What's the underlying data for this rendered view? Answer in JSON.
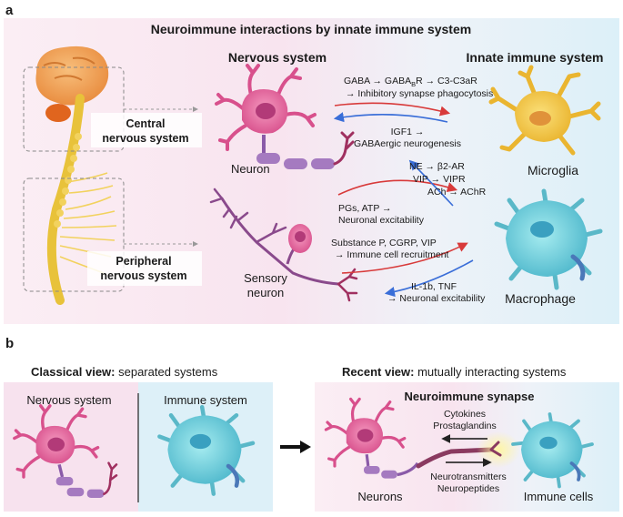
{
  "panel_a": {
    "letter": "a",
    "title": "Neuroimmune interactions by innate immune system",
    "nervous_header": "Nervous system",
    "innate_header": "Innate immune system",
    "cns_line1": "Central",
    "cns_line2": "nervous system",
    "pns_line1": "Peripheral",
    "pns_line2": "nervous system",
    "neuron": "Neuron",
    "sensory_line1": "Sensory",
    "sensory_line2": "neuron",
    "microglia": "Microglia",
    "macrophage": "Macrophage",
    "cns_sig1_line1": "GABA → GABA",
    "cns_sig1_sub": "B",
    "cns_sig1_tail": "R → C3-C3aR",
    "cns_sig1_line2": "→ Inhibitory synapse phagocytosis",
    "cns_sig2_line1": "IGF1 →",
    "cns_sig2_line2": "GABAergic neurogenesis",
    "pns_sig1_line1": "NE → β2-AR",
    "pns_sig1_line2": "VIP → VIPR",
    "pns_sig1_line3": "ACh → AChR",
    "pns_sig2_line1": "PGs, ATP →",
    "pns_sig2_line2": "Neuronal excitability",
    "pns_sig3_line1": "Substance P, CGRP, VIP",
    "pns_sig3_line2": "→ Immune cell recruitment",
    "pns_sig4_line1": "IL-1b, TNF",
    "pns_sig4_line2": "→ Neuronal excitability"
  },
  "panel_b": {
    "letter": "b",
    "classical_bold": "Classical view:",
    "classical_rest": " separated systems",
    "recent_bold": "Recent view:",
    "recent_rest": " mutually interacting systems",
    "nervous_system": "Nervous system",
    "immune_system": "Immune system",
    "synapse_title": "Neuroimmune synapse",
    "cytokines": "Cytokines",
    "prostaglandins": "Prostaglandins",
    "neurotransmitters": "Neurotransmitters",
    "neuropeptides": "Neuropeptides",
    "neurons": "Neurons",
    "immune_cells": "Immune cells"
  },
  "colors": {
    "neuron_pink": "#e0609a",
    "axon_purple": "#8a5aa8",
    "microglia_yellow": "#f2c544",
    "macrophage_cyan": "#6fd0dc",
    "arrow_red": "#d83a3a",
    "arrow_blue": "#3a6ed8",
    "spine_yellow": "#e8c23a",
    "brain_orange": "#f0a25a",
    "panel_pink": "#f7e2ee",
    "panel_blue": "#ddf0f8"
  }
}
